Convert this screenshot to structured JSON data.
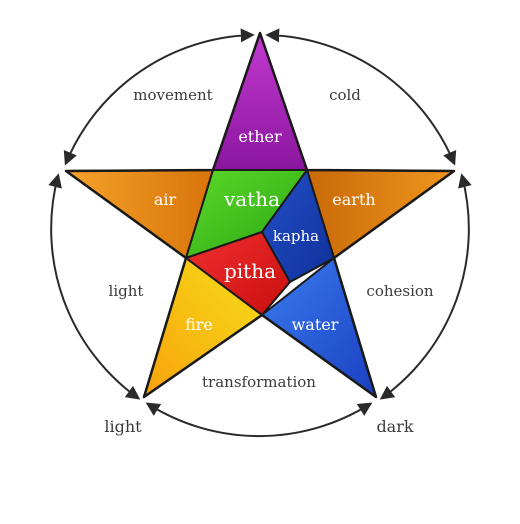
{
  "diagram": {
    "corner_labels": {
      "bottom_left": "light",
      "bottom_right": "dark"
    },
    "arc_labels": {
      "top_left": "movement",
      "top_right": "cold",
      "left": "light",
      "right": "cohesion",
      "bottom": "transformation"
    },
    "elements": {
      "ether": "ether",
      "air": "air",
      "earth": "earth",
      "fire": "fire",
      "water": "water"
    },
    "doshas": {
      "vatha": "vatha",
      "kapha": "kapha",
      "pitha": "pitha"
    },
    "colors": {
      "ether": "#a020b0",
      "air": "#e88a10",
      "earth": "#e0820c",
      "fire": "#f2c20a",
      "water": "#1f5fe0",
      "vatha": "#3cc21c",
      "kapha": "#1842b8",
      "pitha": "#e01818",
      "outline": "#1a1a1a",
      "circle": "#2a2a2a"
    }
  }
}
